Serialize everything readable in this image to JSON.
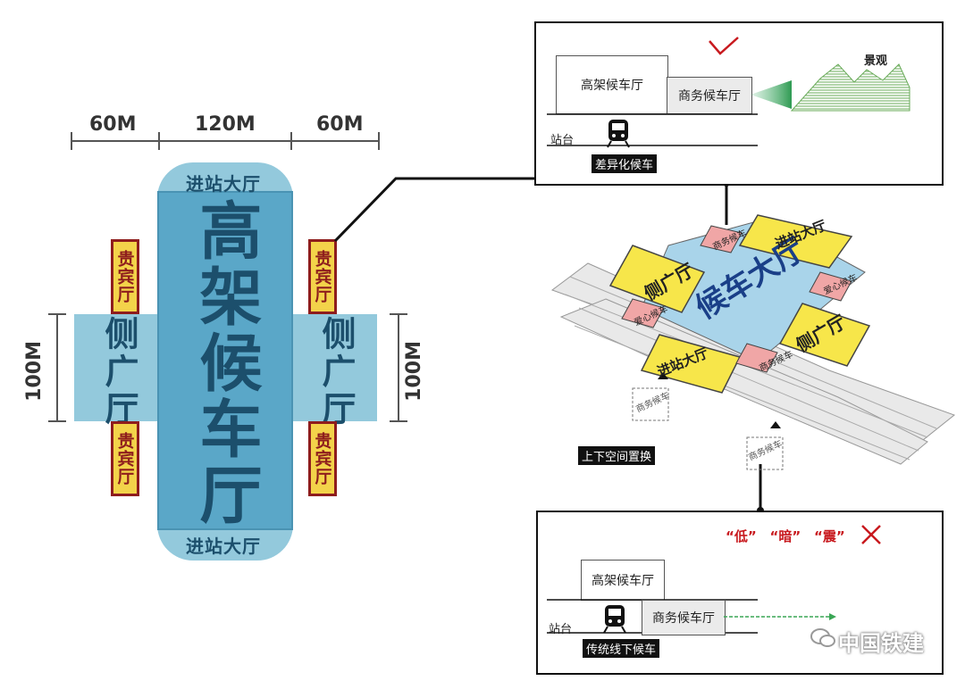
{
  "plan": {
    "dim_top": [
      "60M",
      "120M",
      "60M"
    ],
    "dim_left": "100M",
    "dim_right": "100M",
    "entrance_top": "进站大厅",
    "entrance_bottom": "进站大厅",
    "main_hall": "高架候车厅",
    "side_hall_left": "侧广厅",
    "side_hall_right": "侧广厅",
    "vip_tl": "贵宾厅",
    "vip_bl": "贵宾厅",
    "vip_tr": "贵宾厅",
    "vip_br": "贵宾厅"
  },
  "top_box": {
    "elevated_hall": "高架候车厅",
    "business_hall": "商务候车厅",
    "scenery": "景观",
    "platform": "站台",
    "caption": "差异化候车",
    "mark": "check-icon"
  },
  "iso": {
    "center": "候车大厅",
    "entrance_top": "进站大厅",
    "entrance_bottom": "进站大厅",
    "wing_left": "侧广厅",
    "wing_right": "侧广厅",
    "business_1": "商务候车",
    "business_2": "商务候车",
    "care_1": "爱心候车",
    "care_2": "爱心候车",
    "under_1": "商务候车",
    "under_2": "商务候车",
    "swap_label": "上下空间置换"
  },
  "bottom_box": {
    "words": [
      "“低”",
      "“暗”",
      "“震”"
    ],
    "mark": "cross-icon",
    "elevated_hall": "高架候车厅",
    "business_hall": "商务候车厅",
    "platform": "站台",
    "caption": "传统线下候车"
  },
  "watermark": "中国铁建",
  "colors": {
    "hall_blue": "#5aa7c8",
    "vip_yellow": "#f3d34a",
    "vip_border": "#8e1d1d",
    "iso_yellow": "#f7e64a",
    "iso_pink": "#f0a6a6",
    "iso_blue": "#a9d4ea",
    "mark_red": "#c8191e"
  }
}
